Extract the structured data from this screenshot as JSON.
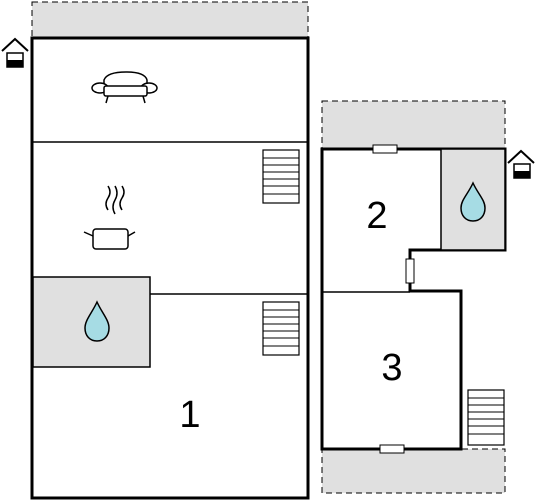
{
  "colors": {
    "wall": "#000000",
    "terrace": "#e0e0e0",
    "dashed_border": "#000000",
    "water": "#a6dce4",
    "background": "#ffffff"
  },
  "rooms": [
    {
      "id": "room-1",
      "label": "1"
    },
    {
      "id": "room-2",
      "label": "2"
    },
    {
      "id": "room-3",
      "label": "3"
    }
  ],
  "icons": [
    {
      "id": "entrance-left",
      "name": "house-entrance-icon"
    },
    {
      "id": "entrance-right",
      "name": "house-entrance-icon"
    },
    {
      "id": "sofa",
      "name": "sofa-icon"
    },
    {
      "id": "cooking-pot",
      "name": "cooking-pot-icon"
    },
    {
      "id": "water-drop-left",
      "name": "water-drop-icon"
    },
    {
      "id": "water-drop-right",
      "name": "water-drop-icon"
    },
    {
      "id": "stairs",
      "name": "stairs-icon"
    }
  ]
}
